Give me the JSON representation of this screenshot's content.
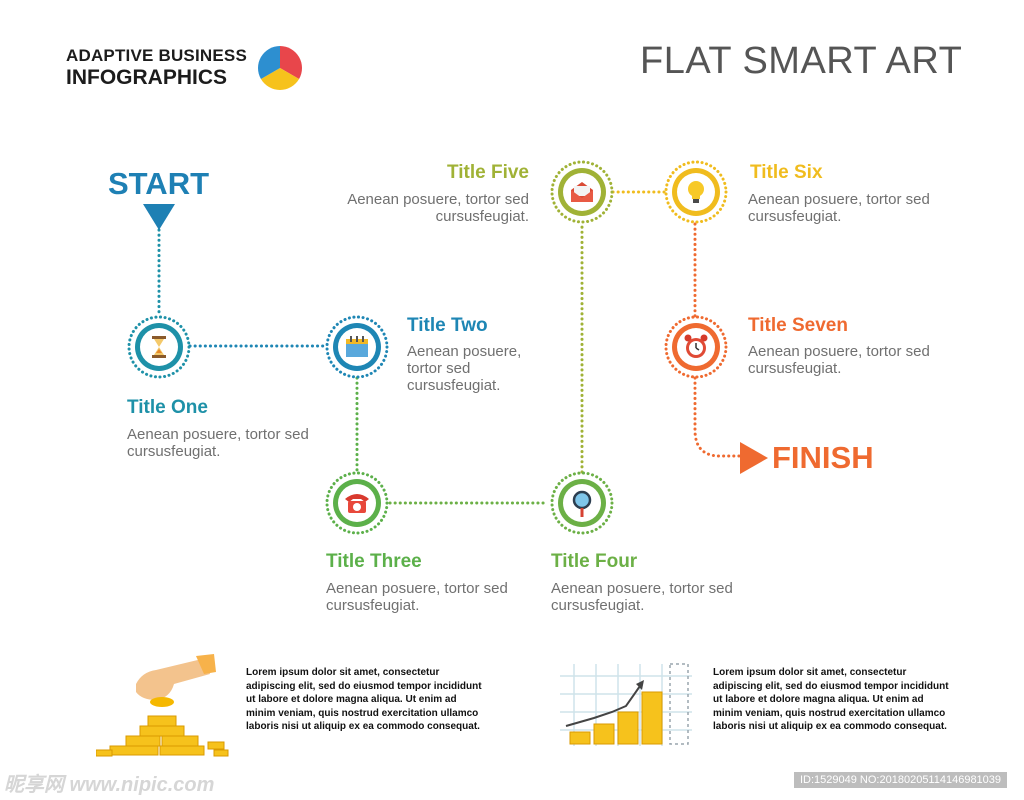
{
  "header": {
    "brand_line1": "ADAPTIVE BUSINESS",
    "brand_line2": "INFOGRAPHICS",
    "title": "FLAT SMART ART"
  },
  "flow": {
    "start_label": "START",
    "finish_label": "FINISH",
    "steps": [
      {
        "title": "Title One",
        "desc": "Aenean posuere, tortor sed cursusfeugiat.",
        "color": "#1e91a8",
        "icon": "hourglass-icon"
      },
      {
        "title": "Title Two",
        "desc": "Aenean posuere, tortor sed cursusfeugiat.",
        "color": "#1e86b4",
        "icon": "calendar-icon"
      },
      {
        "title": "Title Three",
        "desc": "Aenean posuere, tortor sed cursusfeugiat.",
        "color": "#5cb04a",
        "icon": "telephone-icon"
      },
      {
        "title": "Title Four",
        "desc": "Aenean posuere, tortor sed cursusfeugiat.",
        "color": "#6cb046",
        "icon": "magnifier-icon"
      },
      {
        "title": "Title Five",
        "desc": "Aenean posuere, tortor sed cursusfeugiat.",
        "color": "#a0b236",
        "icon": "envelope-icon"
      },
      {
        "title": "Title Six",
        "desc": "Aenean posuere, tortor sed cursusfeugiat.",
        "color": "#f0bc1e",
        "icon": "lightbulb-icon"
      },
      {
        "title": "Title Seven",
        "desc": "Aenean posuere, tortor sed cursusfeugiat.",
        "color": "#ef6a30",
        "icon": "alarm-clock-icon"
      }
    ]
  },
  "footer": {
    "block_left": "Lorem ipsum dolor sit amet, consectetur adipiscing elit, sed do eiusmod tempor incididunt ut labore et dolore magna aliqua. Ut enim ad minim veniam, quis nostrud exercitation ullamco laboris nisi ut aliquip ex ea commodo consequat.",
    "block_right": "Lorem ipsum dolor sit amet, consectetur adipiscing elit, sed do eiusmod tempor incididunt ut labore et dolore magna aliqua. Ut enim ad minim veniam, quis nostrud exercitation ullamco laboris nisi ut aliquip ex ea commodo consequat.",
    "left_icon": "coins-hand-icon",
    "right_icon": "growth-chart-icon"
  },
  "watermark": {
    "left": "昵享网 www.nipic.com",
    "right": "ID:1529049 NO:20180205114146981039"
  }
}
